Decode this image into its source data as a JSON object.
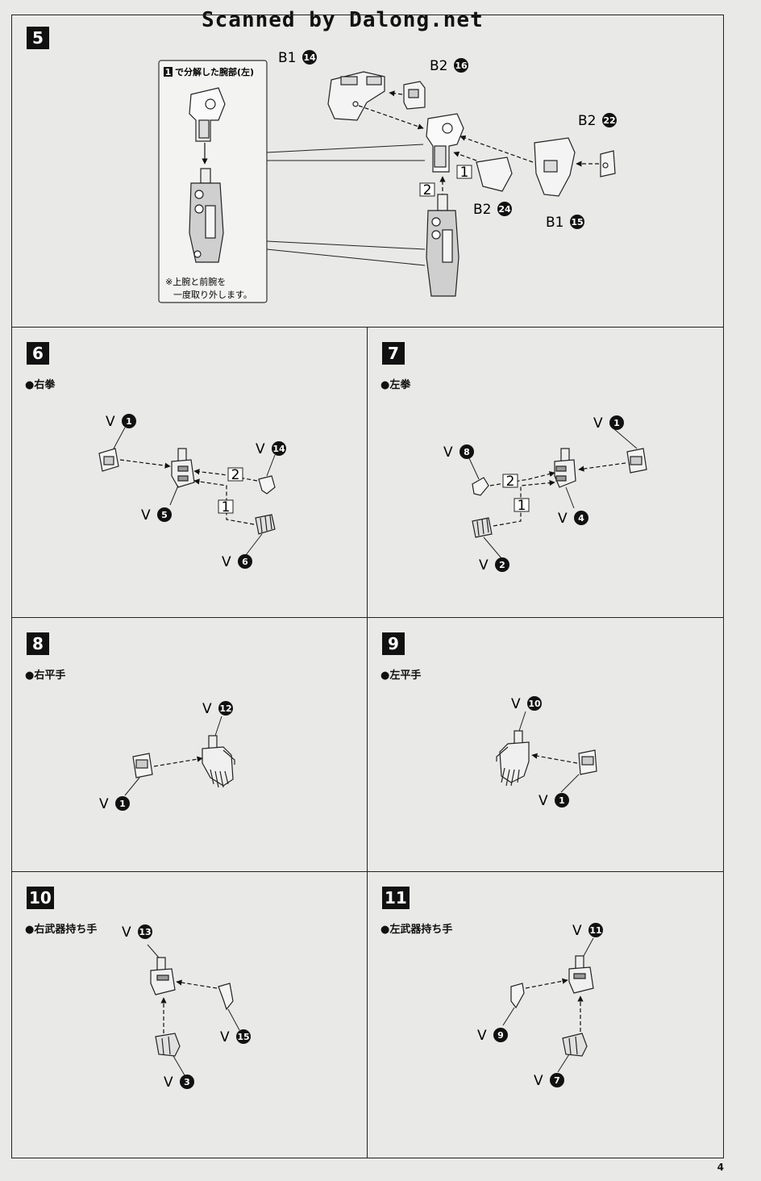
{
  "watermark": "Scanned by Dalong.net",
  "page_number": "4",
  "steps": {
    "s5": {
      "number": "5",
      "inset_step": "1",
      "inset_title": "で分解した腕部(左)",
      "inset_note_1": "※上腕と前腕を",
      "inset_note_2": "一度取り外します。",
      "order_1": "1",
      "order_2": "2",
      "parts": [
        {
          "runner": "B1",
          "num": "14"
        },
        {
          "runner": "B2",
          "num": "16"
        },
        {
          "runner": "B2",
          "num": "22"
        },
        {
          "runner": "B2",
          "num": "24"
        },
        {
          "runner": "B1",
          "num": "15"
        }
      ]
    },
    "s6": {
      "number": "6",
      "subtitle": "●右拳",
      "order_1": "1",
      "order_2": "2",
      "parts": [
        {
          "runner": "V",
          "num": "1"
        },
        {
          "runner": "V",
          "num": "14"
        },
        {
          "runner": "V",
          "num": "5"
        },
        {
          "runner": "V",
          "num": "6"
        }
      ]
    },
    "s7": {
      "number": "7",
      "subtitle": "●左拳",
      "order_1": "1",
      "order_2": "2",
      "parts": [
        {
          "runner": "V",
          "num": "1"
        },
        {
          "runner": "V",
          "num": "8"
        },
        {
          "runner": "V",
          "num": "4"
        },
        {
          "runner": "V",
          "num": "2"
        }
      ]
    },
    "s8": {
      "number": "8",
      "subtitle": "●右平手",
      "parts": [
        {
          "runner": "V",
          "num": "12"
        },
        {
          "runner": "V",
          "num": "1"
        }
      ]
    },
    "s9": {
      "number": "9",
      "subtitle": "●左平手",
      "parts": [
        {
          "runner": "V",
          "num": "10"
        },
        {
          "runner": "V",
          "num": "1"
        }
      ]
    },
    "s10": {
      "number": "10",
      "subtitle": "●右武器持ち手",
      "parts": [
        {
          "runner": "V",
          "num": "13"
        },
        {
          "runner": "V",
          "num": "15"
        },
        {
          "runner": "V",
          "num": "3"
        }
      ]
    },
    "s11": {
      "number": "11",
      "subtitle": "●左武器持ち手",
      "parts": [
        {
          "runner": "V",
          "num": "11"
        },
        {
          "runner": "V",
          "num": "9"
        },
        {
          "runner": "V",
          "num": "7"
        }
      ]
    }
  }
}
